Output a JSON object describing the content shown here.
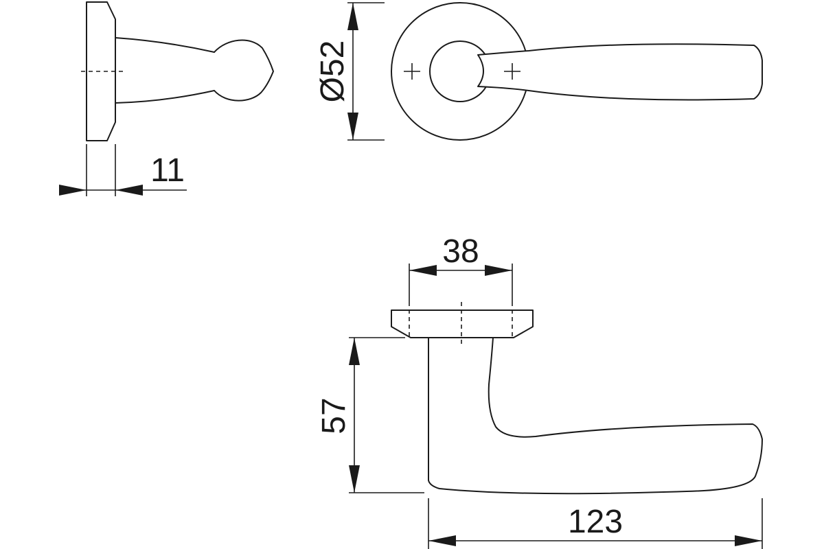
{
  "dimensions": {
    "rose_thickness": "11",
    "rose_diameter": "Ø52",
    "handle_projection": "57",
    "rose_bore_span": "38",
    "handle_length": "123"
  }
}
